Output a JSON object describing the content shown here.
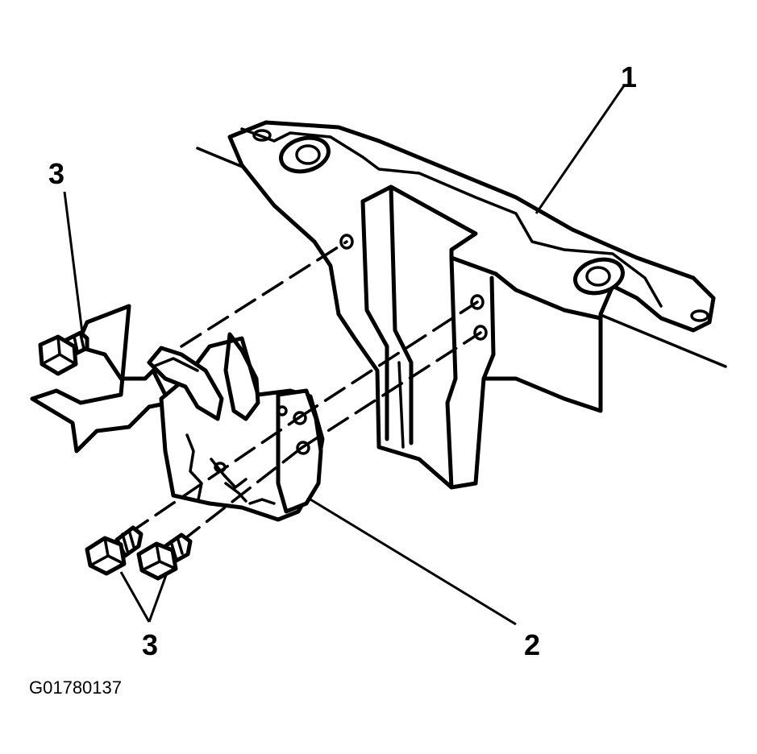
{
  "diagram": {
    "callouts": {
      "part_1": "1",
      "part_2": "2",
      "part_3_upper": "3",
      "part_3_lower": "3"
    },
    "figure_id": "G01780137",
    "line_color": "#000000",
    "background_color": "#ffffff"
  }
}
